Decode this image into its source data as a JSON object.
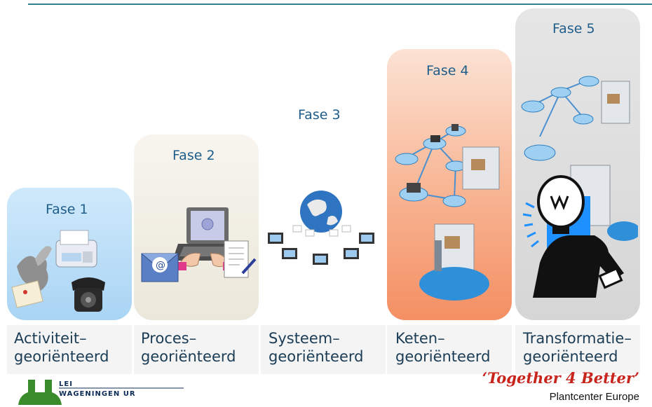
{
  "phases": [
    {
      "label": "Fase 1",
      "caption_line1": "Activiteit–",
      "caption_line2": "georiënteerd"
    },
    {
      "label": "Fase 2",
      "caption_line1": "Proces–",
      "caption_line2": "georiënteerd"
    },
    {
      "label": "Fase 3",
      "caption_line1": "Systeem–",
      "caption_line2": "georiënteerd"
    },
    {
      "label": "Fase 4",
      "caption_line1": "Keten–",
      "caption_line2": "georiënteerd"
    },
    {
      "label": "Fase 5",
      "caption_line1": "Transformatie–",
      "caption_line2": "georiënteerd"
    }
  ],
  "footer": {
    "lei": "LEI",
    "wageningen": "WAGENINGEN UR",
    "slogan": "‘Together 4 Better’",
    "plantcenter": "Plantcenter Europe"
  },
  "colors": {
    "accent_line": "#2e7f86",
    "label_blue": "#1f5d8a",
    "slogan_red": "#c8241c"
  }
}
